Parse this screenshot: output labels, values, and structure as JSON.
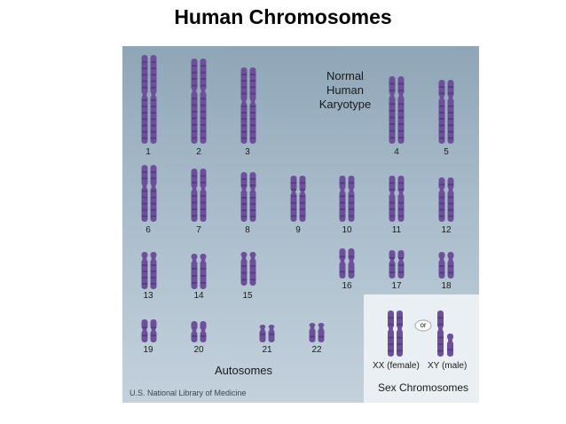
{
  "title": "Human Chromosomes",
  "figure": {
    "karyotype_lines": [
      "Normal",
      "Human",
      "Karyotype"
    ],
    "numbers": [
      "1",
      "2",
      "3",
      "4",
      "5",
      "6",
      "7",
      "8",
      "9",
      "10",
      "11",
      "12",
      "13",
      "14",
      "15",
      "16",
      "17",
      "18",
      "19",
      "20",
      "21",
      "22"
    ],
    "or_label": "or",
    "xx_label": "XX (female)",
    "xy_label": "XY (male)",
    "autosomes_label": "Autosomes",
    "sex_label": "Sex Chromosomes",
    "credit": "U.S. National Library of Medicine",
    "colors": {
      "chromosome": "#6d4f9a",
      "band": "#4a3378",
      "panel_top": "#8fa6b7",
      "panel_bottom": "#c3d1dc",
      "sex_box": "#eaeff3"
    }
  }
}
